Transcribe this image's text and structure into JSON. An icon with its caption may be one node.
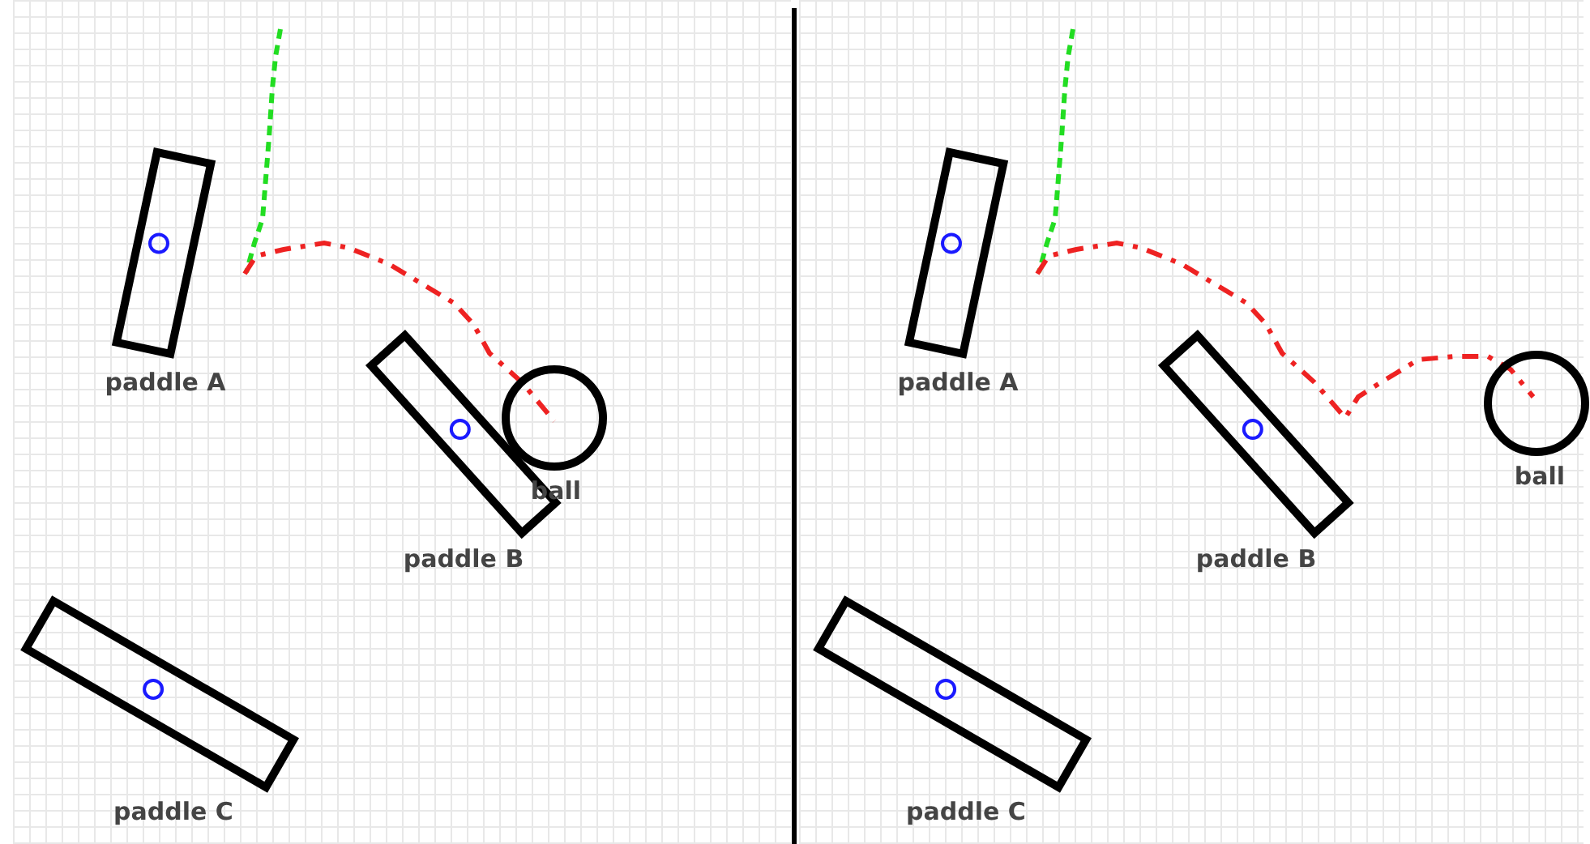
{
  "diagram": {
    "nodes": [
      {
        "text": [
          "paddle A"
        ]
      },
      {
        "text": [
          "paddle B"
        ]
      },
      {
        "text": [
          "paddle C"
        ]
      },
      {
        "text": [
          "ball"
        ]
      },
      {
        "text": [
          "paddle A"
        ]
      },
      {
        "text": [
          "paddle B"
        ]
      },
      {
        "text": [
          "paddle C"
        ]
      },
      {
        "text": [
          "ball"
        ]
      }
    ]
  }
}
